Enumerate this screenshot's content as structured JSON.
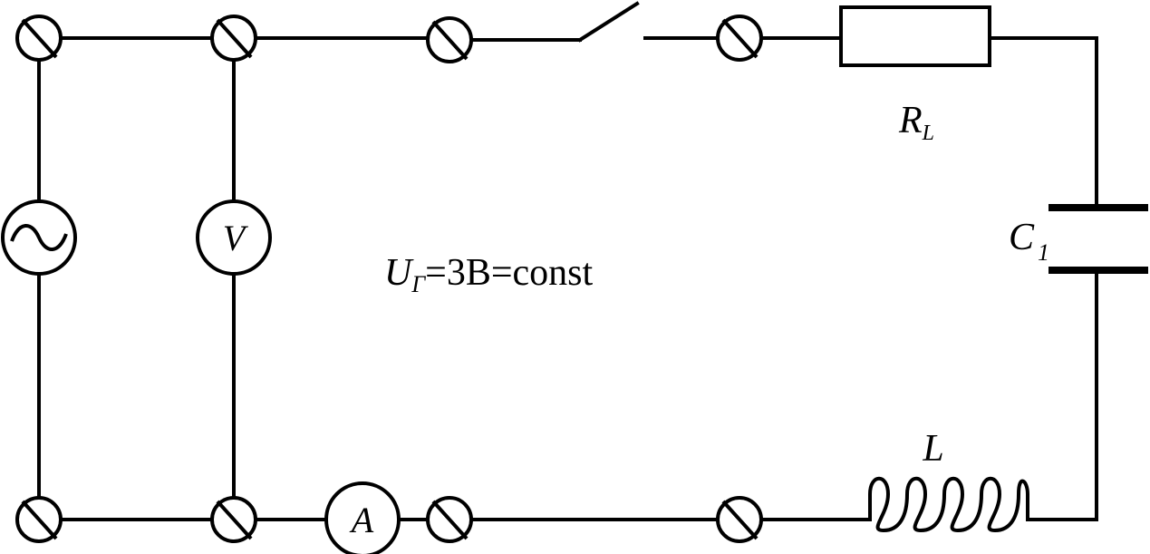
{
  "labels": {
    "voltmeter": "V",
    "ammeter": "A",
    "resistor_main": "R",
    "resistor_sub": "L",
    "capacitor_main": "C",
    "capacitor_sub": "1",
    "inductor": "L"
  },
  "equation": {
    "u": "U",
    "sub": "Г",
    "rest": "=3В=const"
  },
  "colors": {
    "line": "#000000",
    "background": "#ffffff"
  }
}
